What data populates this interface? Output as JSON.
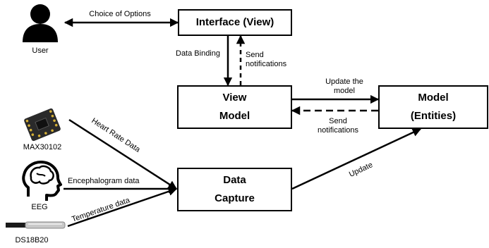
{
  "nodes": {
    "interface": {
      "label": "Interface (View)"
    },
    "view_model": {
      "line1": "View",
      "line2": "Model"
    },
    "model": {
      "line1": "Model",
      "line2": "(Entities)"
    },
    "data_capture": {
      "line1": "Data",
      "line2": "Capture"
    }
  },
  "actors": {
    "user": {
      "label": "User",
      "icon": "user-icon"
    },
    "max30102": {
      "label": "MAX30102",
      "icon": "heart-rate-sensor-icon"
    },
    "eeg": {
      "label": "EEG",
      "icon": "brain-head-icon"
    },
    "ds18b20": {
      "label": "DS18B20",
      "icon": "temperature-probe-icon"
    }
  },
  "edges": {
    "choice_of_options": "Choice of Options",
    "data_binding": "Data Binding",
    "send_notifications_view": {
      "line1": "Send",
      "line2": "notifications"
    },
    "update_the_model": {
      "line1": "Update the",
      "line2": "model"
    },
    "send_notifications_model": {
      "line1": "Send",
      "line2": "notifications"
    },
    "heart_rate_data": "Heart Rate Data",
    "encephalogram_data": "Encephalogram data",
    "temperature_data": "Temperature data",
    "update": "Update"
  },
  "colors": {
    "stroke": "#000000",
    "sensor_board": "#2a2a2a",
    "probe_metal": "#c8c8c8"
  }
}
